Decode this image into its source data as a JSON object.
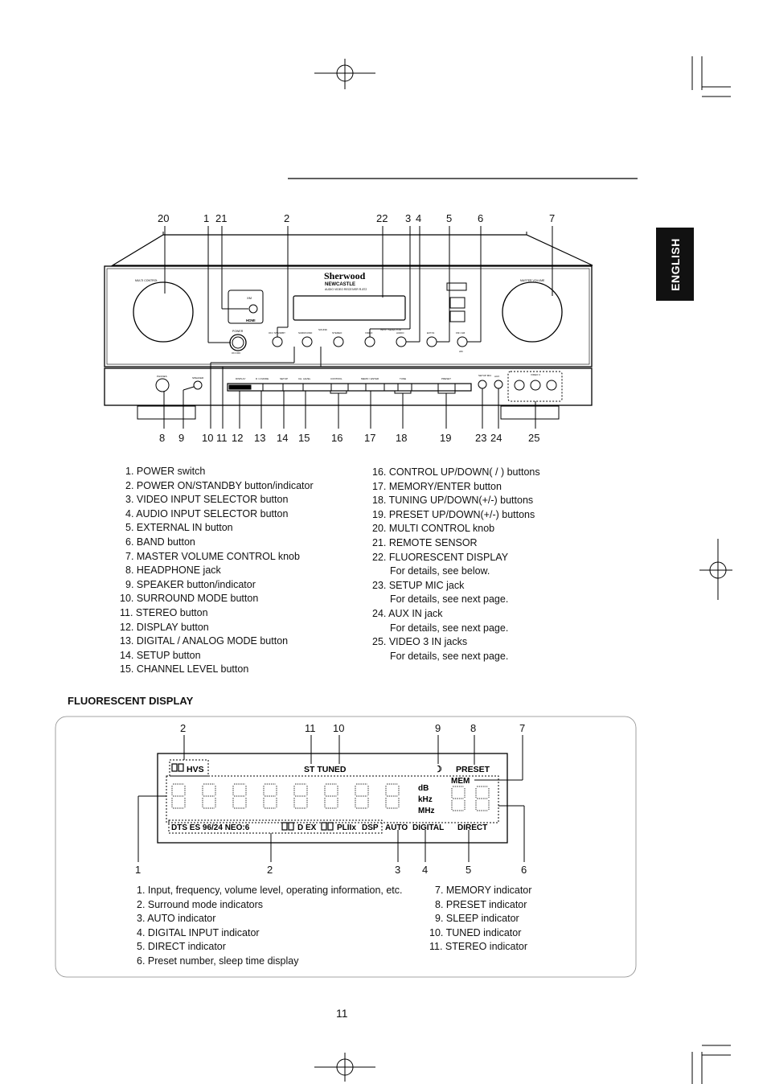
{
  "side_tab": {
    "label": "ENGLISH"
  },
  "front_panel": {
    "callouts_top": [
      "20",
      "1",
      "21",
      "2",
      "22",
      "3",
      "4",
      "5",
      "6",
      "7"
    ],
    "callouts_bottom": [
      "8",
      "9",
      "10",
      "11",
      "12",
      "13",
      "14",
      "15",
      "16",
      "17",
      "18",
      "19",
      "23",
      "24",
      "25"
    ],
    "brand": "Sherwood",
    "model_line": "NEWCASTLE",
    "model_sub": "AUDIO VIDEO RECEIVER R-872",
    "panel_labels": {
      "multi_control": "MULTI CONTROL",
      "master_volume": "MASTER VOLUME",
      "xm": "XM",
      "hdmi": "HDMI",
      "power": "POWER",
      "on_off": "ON OFF",
      "on_standby": "ON / STANDBY",
      "surround": "SURROUND",
      "stereo": "STEREO",
      "video": "VIDEO",
      "audio": "AUDIO",
      "ext_in": "EXT.IN",
      "fm_am": "FM / AM",
      "phones": "PHONES",
      "speaker": "SPEAKER",
      "display": "DISPLAY",
      "da_mode": "D / A MODE",
      "setup": "SETUP",
      "ch_level": "CH. LEVEL",
      "control": "CONTROL",
      "mem_enter": "MEMO / ENTER",
      "tune": "TUNE",
      "preset": "PRESET",
      "setup_mic": "SETUP MIC",
      "aux": "AUX",
      "video3": "VIDEO 3",
      "input_selector": "INPUT SELECTOR",
      "sound": "SOUND",
      "am": "AM"
    }
  },
  "parts_left": [
    "1. POWER switch",
    "2. POWER ON/STANDBY button/indicator",
    "3. VIDEO INPUT SELECTOR button",
    "4. AUDIO INPUT SELECTOR button",
    "5. EXTERNAL IN button",
    "6. BAND button",
    "7. MASTER VOLUME CONTROL knob",
    "8. HEADPHONE jack",
    "9. SPEAKER button/indicator",
    "10. SURROUND MODE button",
    "11. STEREO button",
    "12. DISPLAY button",
    "13. DIGITAL / ANALOG MODE button",
    "14. SETUP button",
    "15. CHANNEL LEVEL button"
  ],
  "parts_right": [
    {
      "text": "16. CONTROL UP/DOWN(    /    ) buttons"
    },
    {
      "text": "17. MEMORY/ENTER button"
    },
    {
      "text": "18. TUNING UP/DOWN(+/-) buttons"
    },
    {
      "text": "19. PRESET UP/DOWN(+/-) buttons"
    },
    {
      "text": "20. MULTI CONTROL knob"
    },
    {
      "text": "21. REMOTE SENSOR"
    },
    {
      "text": "22. FLUORESCENT DISPLAY"
    },
    {
      "text": "For details, see below.",
      "sub": true
    },
    {
      "text": "23. SETUP MIC jack"
    },
    {
      "text": "For details, see next page.",
      "sub": true
    },
    {
      "text": "24. AUX IN jack"
    },
    {
      "text": "For details, see next page.",
      "sub": true
    },
    {
      "text": "25. VIDEO 3 IN jacks"
    },
    {
      "text": "For details, see next page.",
      "sub": true
    }
  ],
  "fluorescent_display": {
    "title": "FLUORESCENT DISPLAY",
    "callouts_top": [
      "2",
      "11",
      "10",
      "9",
      "8",
      "7"
    ],
    "callouts_bottom": [
      "1",
      "2",
      "3",
      "4",
      "5",
      "6"
    ],
    "indicators": {
      "hvs": "HVS",
      "st_tuned": "ST TUNED",
      "preset": "PRESET",
      "mem": "MEM",
      "db": "dB",
      "khz": "kHz",
      "mhz": "MHz",
      "bottom_row": "DTS ES 96/24 NEO:6",
      "dolby_row": "D EX",
      "pliix": "PLIIx",
      "dsp": "DSP",
      "auto": "AUTO",
      "digital": "DIGITAL",
      "direct": "DIRECT"
    },
    "legend_left": [
      "1. Input, frequency, volume level, operating information, etc.",
      "2. Surround mode indicators",
      "3. AUTO indicator",
      "4. DIGITAL INPUT indicator",
      "5. DIRECT indicator",
      "6. Preset number, sleep time display"
    ],
    "legend_right": [
      "7. MEMORY indicator",
      "8. PRESET indicator",
      "9. SLEEP indicator",
      "10. TUNED indicator",
      "11. STEREO indicator"
    ]
  },
  "page_number": "11"
}
